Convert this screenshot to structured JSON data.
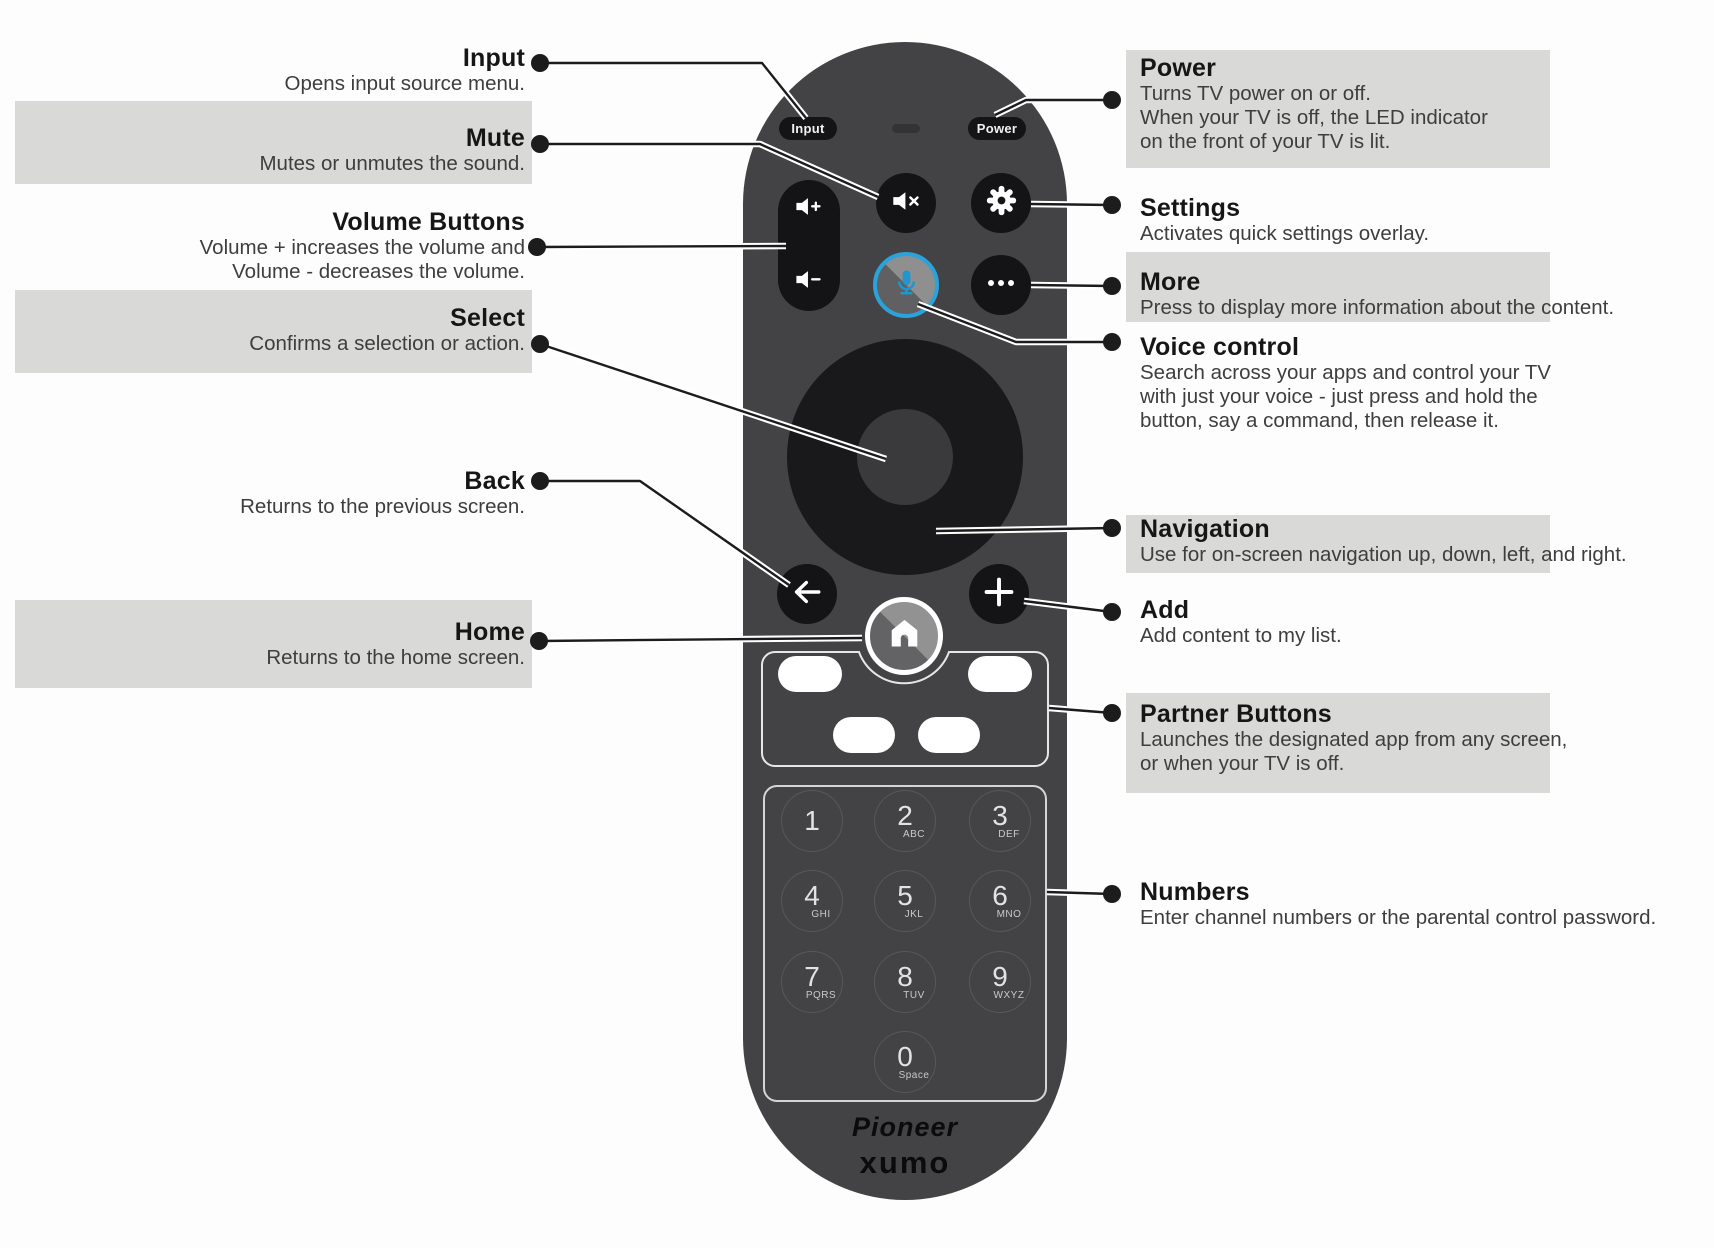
{
  "callouts_left": [
    {
      "id": "input",
      "title": "Input",
      "desc": "Opens input source menu.",
      "highlight": false
    },
    {
      "id": "mute",
      "title": "Mute",
      "desc": "Mutes or unmutes the sound.",
      "highlight": true
    },
    {
      "id": "volume",
      "title": "Volume Buttons",
      "desc": "Volume + increases the volume and\nVolume - decreases the volume.",
      "highlight": false
    },
    {
      "id": "select",
      "title": "Select",
      "desc": "Confirms a selection or action.",
      "highlight": true
    },
    {
      "id": "back",
      "title": "Back",
      "desc": "Returns to the previous screen.",
      "highlight": false
    },
    {
      "id": "home",
      "title": "Home",
      "desc": "Returns to the home screen.",
      "highlight": true
    }
  ],
  "callouts_right": [
    {
      "id": "power",
      "title": "Power",
      "desc": "Turns TV power on or off.\nWhen your TV is off, the LED indicator\non the front of your TV is lit.",
      "highlight": true
    },
    {
      "id": "settings",
      "title": "Settings",
      "desc": "Activates quick settings overlay.",
      "highlight": false
    },
    {
      "id": "more",
      "title": "More",
      "desc": "Press to display more information about the content.",
      "highlight": true
    },
    {
      "id": "voice",
      "title": "Voice control",
      "desc": "Search across your apps and control your TV\nwith just your voice - just press and hold the\nbutton, say a command, then release it.",
      "highlight": false
    },
    {
      "id": "navigation",
      "title": "Navigation",
      "desc": "Use for on-screen navigation up, down, left, and right.",
      "highlight": true
    },
    {
      "id": "add",
      "title": "Add",
      "desc": "Add content to my list.",
      "highlight": false
    },
    {
      "id": "partner",
      "title": "Partner Buttons",
      "desc": "Launches the designated app from any screen,\nor when your TV is off.",
      "highlight": true
    },
    {
      "id": "numbers",
      "title": "Numbers",
      "desc": "Enter channel numbers or the parental control password.",
      "highlight": false
    }
  ],
  "remote": {
    "input_label": "Input",
    "power_label": "Power",
    "numbers": [
      {
        "digit": "1",
        "letters": ""
      },
      {
        "digit": "2",
        "letters": "ABC"
      },
      {
        "digit": "3",
        "letters": "DEF"
      },
      {
        "digit": "4",
        "letters": "GHI"
      },
      {
        "digit": "5",
        "letters": "JKL"
      },
      {
        "digit": "6",
        "letters": "MNO"
      },
      {
        "digit": "7",
        "letters": "PQRS"
      },
      {
        "digit": "8",
        "letters": "TUV"
      },
      {
        "digit": "9",
        "letters": "WXYZ"
      },
      {
        "digit": "0",
        "letters": "Space"
      }
    ],
    "branding": {
      "pioneer": "Pioneer",
      "xumo": "xumo"
    },
    "icons": {
      "mute": "speaker-x-icon",
      "volume_up": "speaker-plus-icon",
      "volume_down": "speaker-minus-icon",
      "settings": "gear-icon",
      "more": "ellipsis-icon",
      "voice": "microphone-icon",
      "back": "arrow-left-icon",
      "add": "plus-icon",
      "home": "house-icon"
    }
  },
  "colors": {
    "accent_blue": "#2aa3dc",
    "remote_body": "#434346",
    "button_black": "#141416",
    "highlight_gray": "#d9d9d8",
    "line_black": "#1c1c1c"
  }
}
